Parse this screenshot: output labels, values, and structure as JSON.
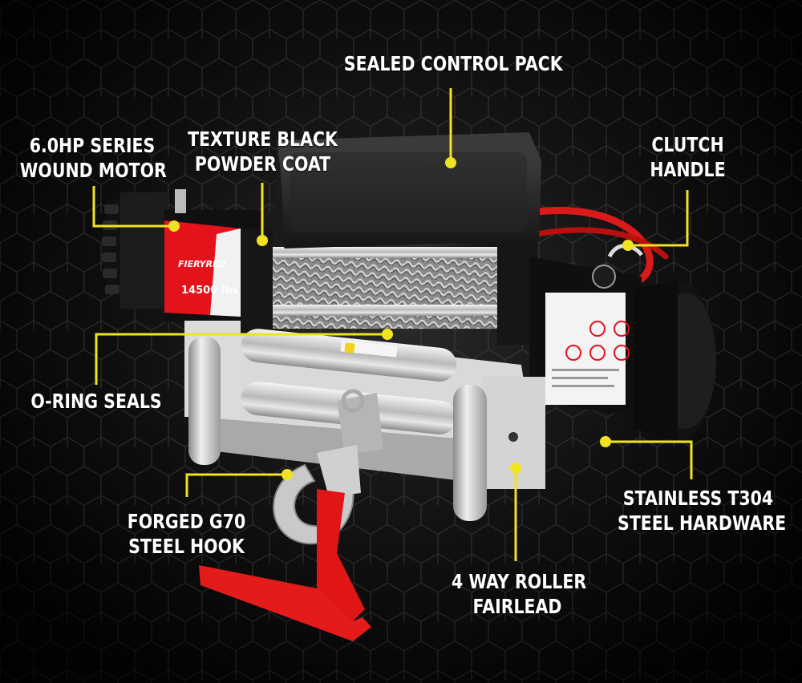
{
  "colors": {
    "callout_yellow": "#f2e321",
    "label_white": "#ffffff",
    "background": "#0a0a0a",
    "accent_red": "#e3121b"
  },
  "product": {
    "brand_text": "FIERYRED",
    "capacity_text": "14500 lbs"
  },
  "features": {
    "sealed_control_pack": [
      "SEALED CONTROL PACK"
    ],
    "motor": [
      "6.0HP SERIES",
      "WOUND MOTOR"
    ],
    "powder_coat": [
      "TEXTURE BLACK",
      "POWDER COAT"
    ],
    "clutch": [
      "CLUTCH",
      "HANDLE"
    ],
    "o_ring": [
      "O-RING SEALS"
    ],
    "hook": [
      "FORGED G70",
      "STEEL HOOK"
    ],
    "hardware": [
      "STAINLESS T304",
      "STEEL HARDWARE"
    ],
    "fairlead": [
      "4 WAY ROLLER",
      "FAIRLEAD"
    ]
  }
}
